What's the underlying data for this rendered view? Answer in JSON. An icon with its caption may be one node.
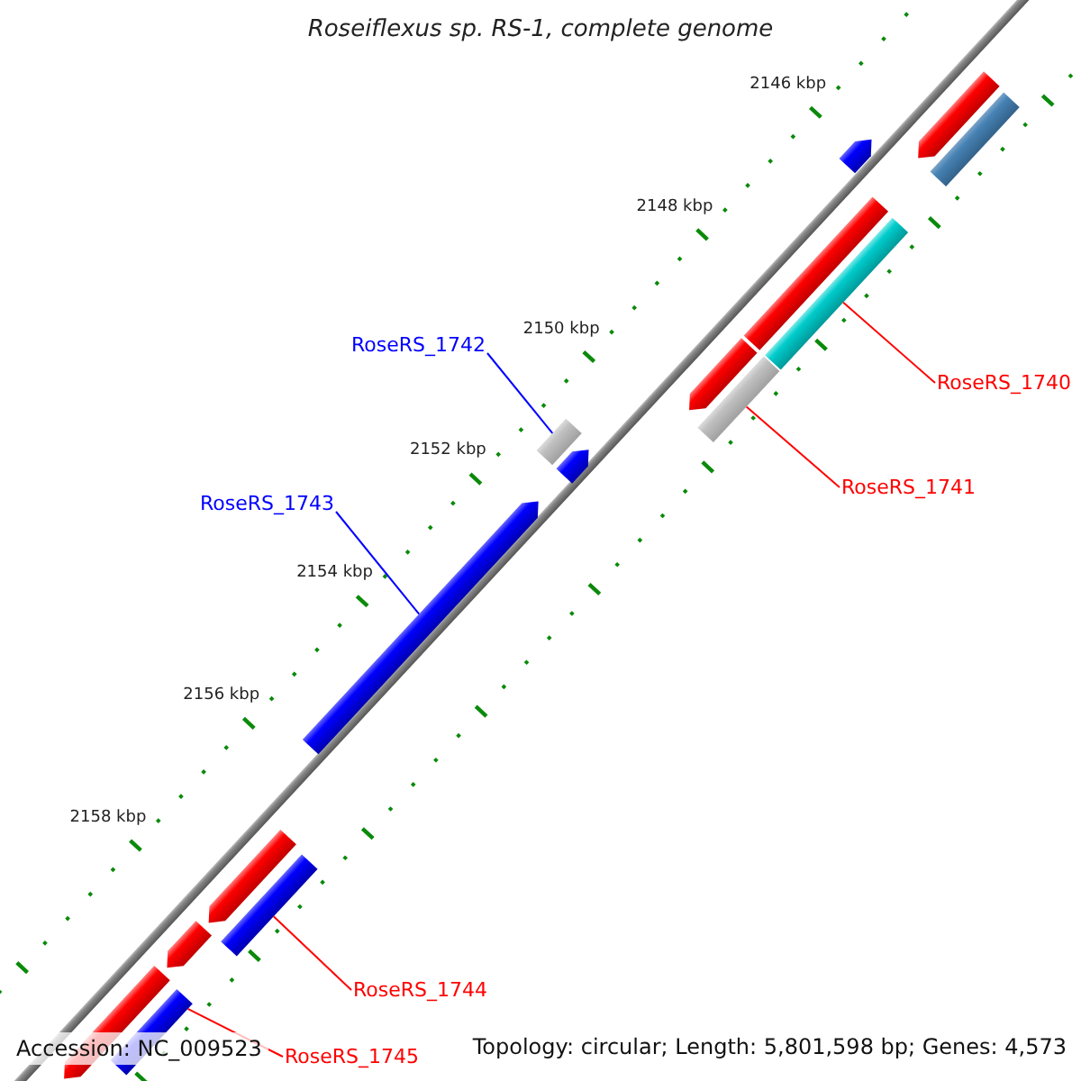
{
  "diagram": {
    "title": "Roseiflexus sp. RS-1, complete genome",
    "nodes": [
      {
        "text": [
          "RoseRS_1742"
        ]
      },
      {
        "text": [
          "RoseRS_1740"
        ]
      },
      {
        "text": [
          "RoseRS_1741"
        ]
      },
      {
        "text": [
          "RoseRS_1743"
        ]
      },
      {
        "text": [
          "RoseRS_1744"
        ]
      },
      {
        "text": [
          "RoseRS_1745"
        ]
      },
      {
        "text": [],
        "shape": "arrow"
      },
      {
        "text": [],
        "shape": "arrow"
      },
      {
        "text": [],
        "shape": "bar"
      },
      {
        "text": [],
        "shape": "bar"
      },
      {
        "text": [],
        "shape": "bar"
      },
      {
        "text": [],
        "shape": "arrow"
      },
      {
        "text": [],
        "shape": "bar"
      },
      {
        "text": [],
        "shape": "bar"
      },
      {
        "text": [],
        "shape": "arrow"
      },
      {
        "text": [],
        "shape": "arrow"
      },
      {
        "text": [],
        "shape": "arrow"
      },
      {
        "text": [],
        "shape": "bar"
      },
      {
        "text": [],
        "shape": "arrow"
      },
      {
        "text": [],
        "shape": "arrow"
      },
      {
        "text": [],
        "shape": "bar"
      }
    ],
    "edges": [
      {
        "from": 0,
        "to": 13,
        "arrow": "none",
        "color": "#0000ff"
      },
      {
        "from": 1,
        "to": 10,
        "arrow": "none"
      },
      {
        "from": 2,
        "to": 12,
        "arrow": "none"
      },
      {
        "from": 3,
        "to": 15,
        "arrow": "none",
        "color": "#0000ff"
      },
      {
        "from": 4,
        "to": 17,
        "arrow": "none"
      },
      {
        "from": 5,
        "to": 20,
        "arrow": "none"
      }
    ],
    "labels": [
      "2146 kbp",
      "2148 kbp",
      "2150 kbp",
      "2152 kbp",
      "2154 kbp",
      "2156 kbp",
      "2158 kbp",
      "Accession: NC_009523",
      "Topology: circular; Length: 5,801,598 bp; Genes: 4,573"
    ]
  }
}
